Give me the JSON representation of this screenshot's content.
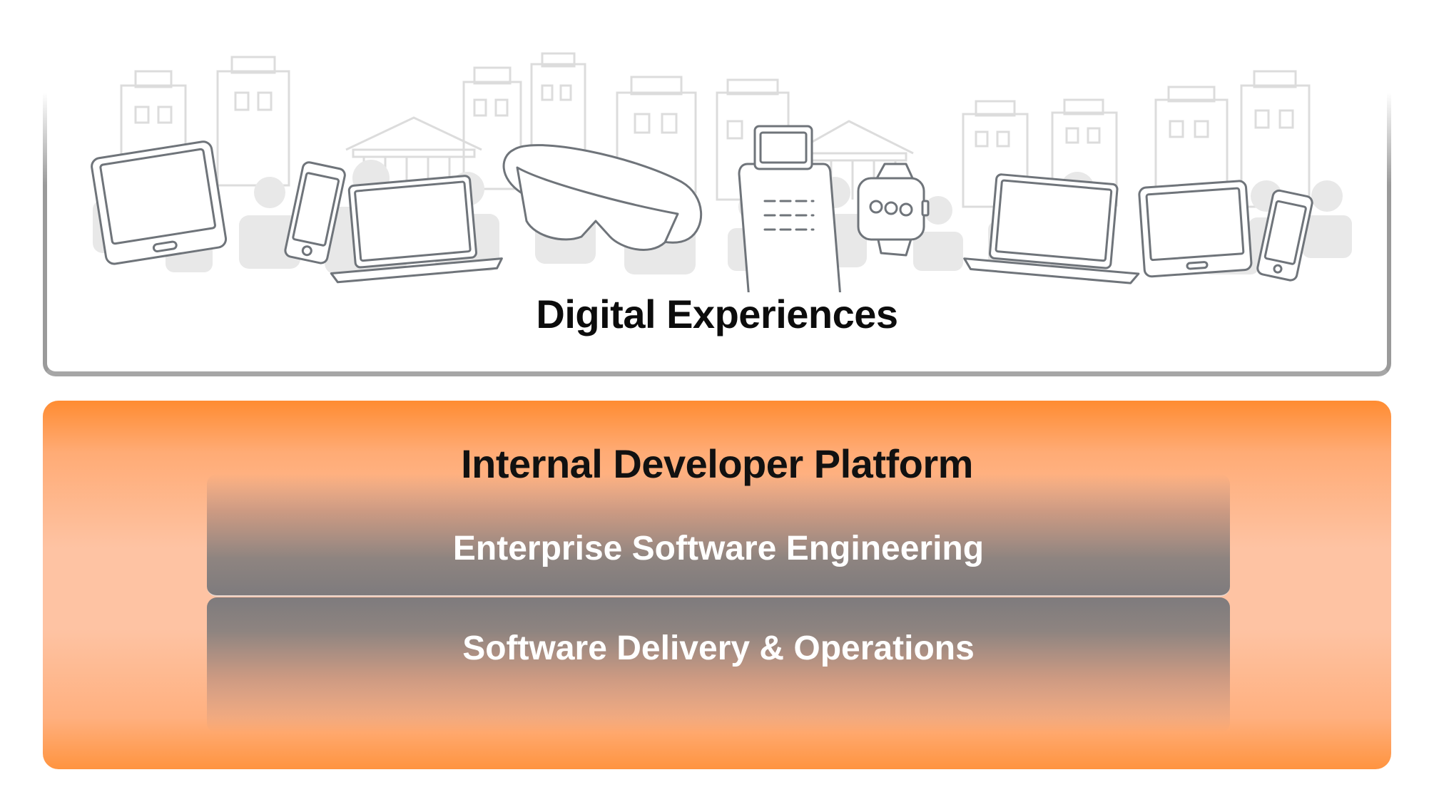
{
  "digital_experiences": {
    "title": "Digital Experiences",
    "illustration": {
      "background_icons": [
        "building-icon",
        "person-icon",
        "bank-icon"
      ],
      "device_icons": [
        "tablet-icon",
        "phone-icon",
        "laptop-icon",
        "vr-headset-icon",
        "kiosk-icon",
        "smartwatch-icon",
        "laptop-icon",
        "tablet-icon",
        "phone-icon"
      ]
    },
    "border_color": "#9a9a9a"
  },
  "idp": {
    "title": "Internal Developer Platform",
    "layers": [
      {
        "label": "Enterprise Software Engineering"
      },
      {
        "label": "Software Delivery & Operations"
      }
    ],
    "colors": {
      "orange": "#ff8c32",
      "peach": "#fec3a3",
      "layer_gray": "#7e7b7d"
    }
  }
}
